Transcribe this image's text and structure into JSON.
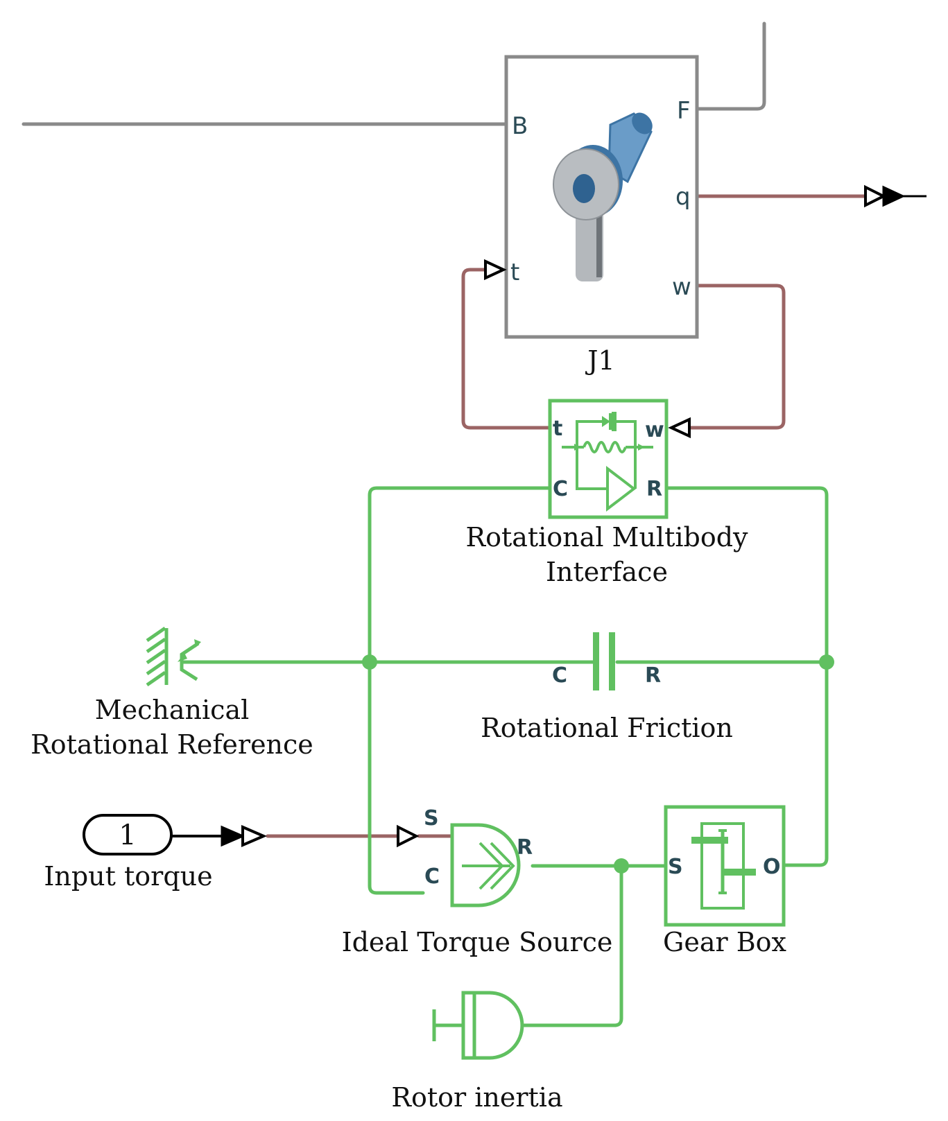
{
  "colors": {
    "mech": "#60c060",
    "signal": "#9b6464",
    "multibody": "#8a8a8a",
    "port_text": "#2a4a55",
    "icon_blue": "#3d74a4",
    "icon_grey": "#b4b8bc"
  },
  "blocks": {
    "j1": {
      "label": "J1",
      "ports": {
        "B": "B",
        "F": "F",
        "q": "q",
        "t": "t",
        "w": "w"
      },
      "icon": "revolute-joint-icon"
    },
    "interface": {
      "label_line1": "Rotational Multibody",
      "label_line2": "Interface",
      "ports": {
        "t": "t",
        "w": "w",
        "C": "C",
        "R": "R"
      },
      "icon": "spring-damper-interface-icon"
    },
    "reference": {
      "label_line1": "Mechanical",
      "label_line2": "Rotational Reference",
      "icon": "ground-reference-icon"
    },
    "friction": {
      "label": "Rotational Friction",
      "ports": {
        "C": "C",
        "R": "R"
      },
      "icon": "friction-clutch-icon"
    },
    "input": {
      "value": "1",
      "label": "Input torque"
    },
    "torque_source": {
      "label": "Ideal Torque Source",
      "ports": {
        "S": "S",
        "C": "C",
        "R": "R"
      },
      "icon": "torque-source-icon"
    },
    "gearbox": {
      "label": "Gear Box",
      "ports": {
        "S": "S",
        "O": "O"
      },
      "icon": "gear-icon"
    },
    "inertia": {
      "label": "Rotor inertia",
      "icon": "inertia-icon"
    }
  }
}
